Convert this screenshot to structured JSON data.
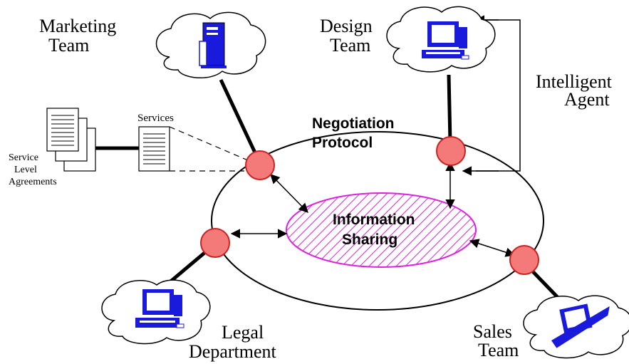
{
  "labels": {
    "marketing_line1": "Marketing",
    "marketing_line2": "Team",
    "design_line1": "Design",
    "design_line2": "Team",
    "agent_line1": "Intelligent",
    "agent_line2": "Agent",
    "services": "Services",
    "sla_line1": "Service",
    "sla_line2": "Level",
    "sla_line3": "Agreements",
    "negotiation_line1": "Negotiation",
    "negotiation_line2": "Protocol",
    "info_line1": "Information",
    "info_line2": "Sharing",
    "legal_line1": "Legal",
    "legal_line2": "Department",
    "sales_line1": "Sales",
    "sales_line2": "Team"
  },
  "colors": {
    "node_fill": "#f47a7a",
    "node_stroke": "#cc2222",
    "info_stroke": "#e020e0",
    "computer_blue": "#1a1adc",
    "line": "#000000"
  },
  "icons": {
    "marketing": "server-icon",
    "design": "desktop-computer-icon",
    "legal": "desktop-computer-icon",
    "sales": "desktop-computer-icon",
    "sla": "document-stack-icon",
    "services": "document-icon"
  }
}
